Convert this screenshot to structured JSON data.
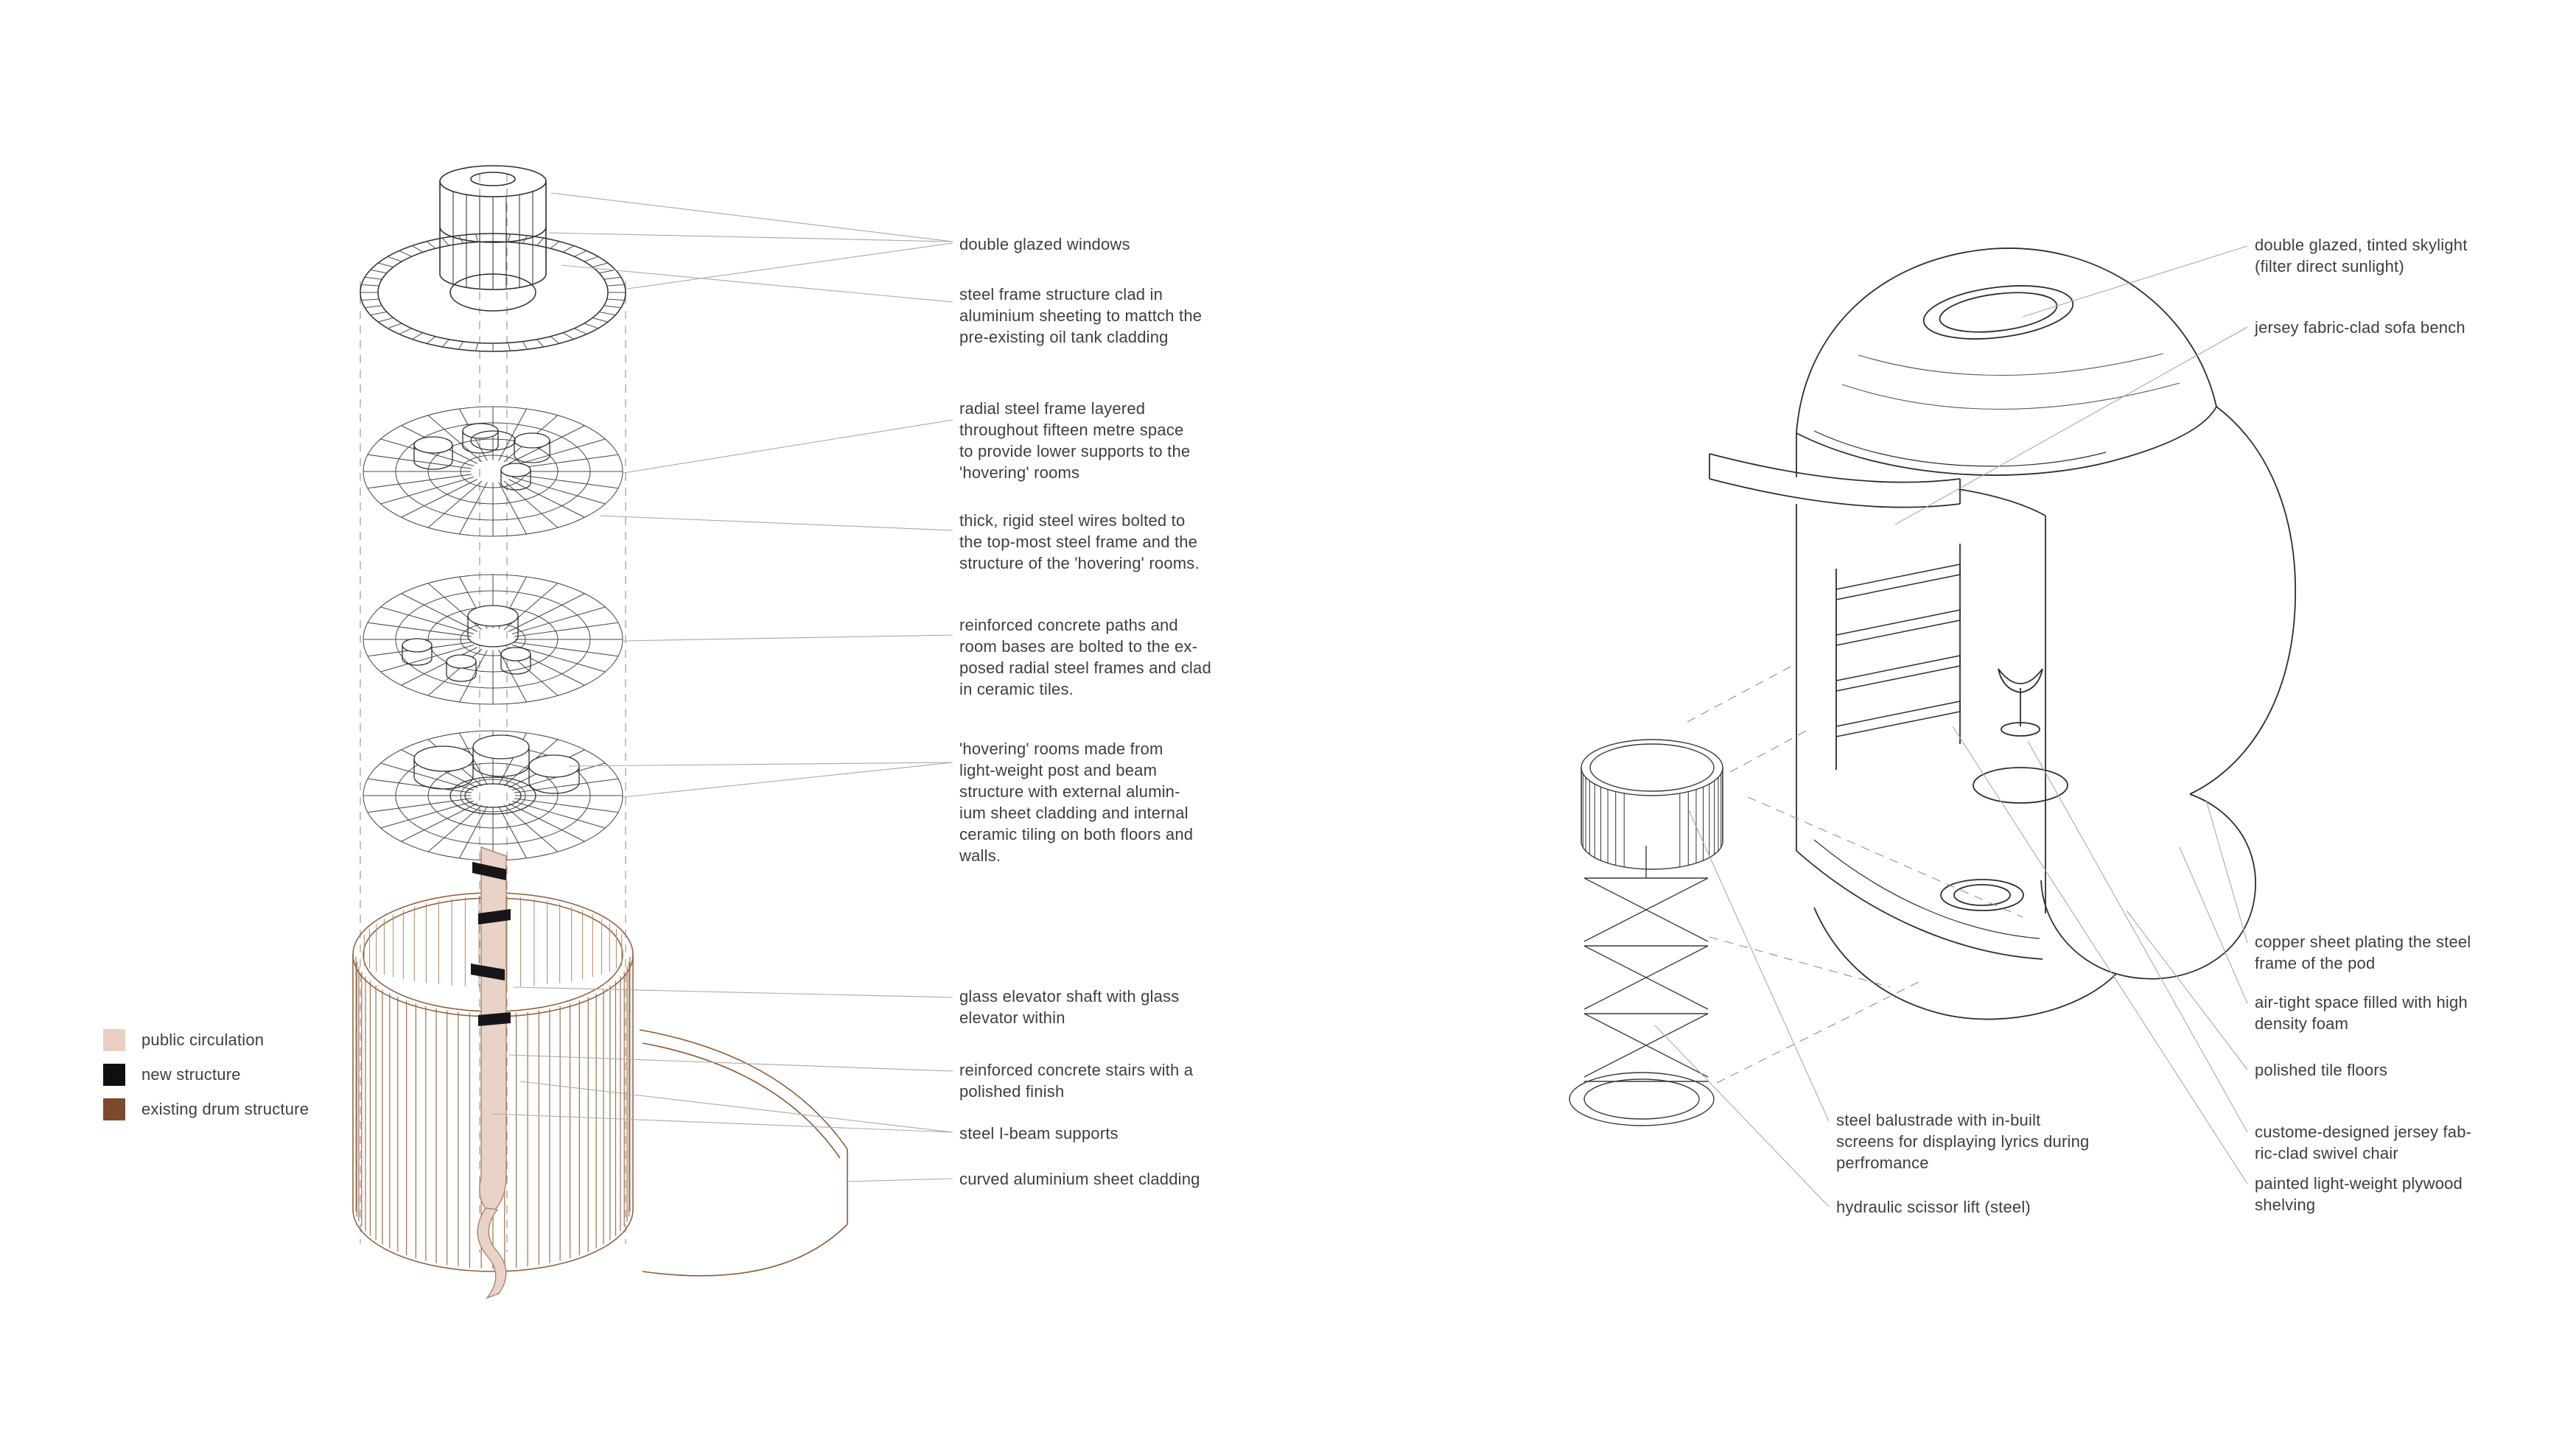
{
  "legend": {
    "items": [
      {
        "label": "public circulation",
        "color": "#e7d0c3"
      },
      {
        "label": "new structure",
        "color": "#0f0f0f"
      },
      {
        "label": "existing drum structure",
        "color": "#7b4a2c"
      }
    ]
  },
  "left_diagram": {
    "annotations": [
      {
        "text": "double glazed windows"
      },
      {
        "text": "steel frame structure clad in\naluminium sheeting to mattch the\npre-existing oil tank cladding"
      },
      {
        "text": "radial steel frame layered\nthroughout fifteen metre space\nto provide lower supports to the\n'hovering' rooms"
      },
      {
        "text": "thick, rigid steel  wires bolted to\nthe top-most steel frame and the\nstructure of the 'hovering' rooms."
      },
      {
        "text": "reinforced concrete paths and\nroom bases are bolted to the ex-\nposed radial steel frames and clad\nin ceramic tiles."
      },
      {
        "text": "'hovering' rooms made from\nlight-weight post and beam\nstructure with external alumin-\nium sheet cladding and internal\nceramic tiling on both floors and\nwalls."
      },
      {
        "text": "glass elevator shaft with glass\nelevator within"
      },
      {
        "text": "reinforced concrete stairs with a\npolished finish"
      },
      {
        "text": "steel I-beam supports"
      },
      {
        "text": "curved aluminium sheet cladding"
      }
    ]
  },
  "right_diagram": {
    "annotations": [
      {
        "text": "double glazed, tinted skylight\n(filter direct sunlight)"
      },
      {
        "text": "jersey fabric-clad sofa bench"
      },
      {
        "text": "copper sheet plating the steel\nframe of the pod"
      },
      {
        "text": "air-tight space filled with high\ndensity foam"
      },
      {
        "text": "polished tile floors"
      },
      {
        "text": "custome-designed jersey fab-\nric-clad swivel chair"
      },
      {
        "text": "painted light-weight plywood\nshelving"
      },
      {
        "text": "steel balustrade with in-built\nscreens for displaying lyrics during\nperfromance"
      },
      {
        "text": "hydraulic scissor lift (steel)"
      }
    ]
  }
}
